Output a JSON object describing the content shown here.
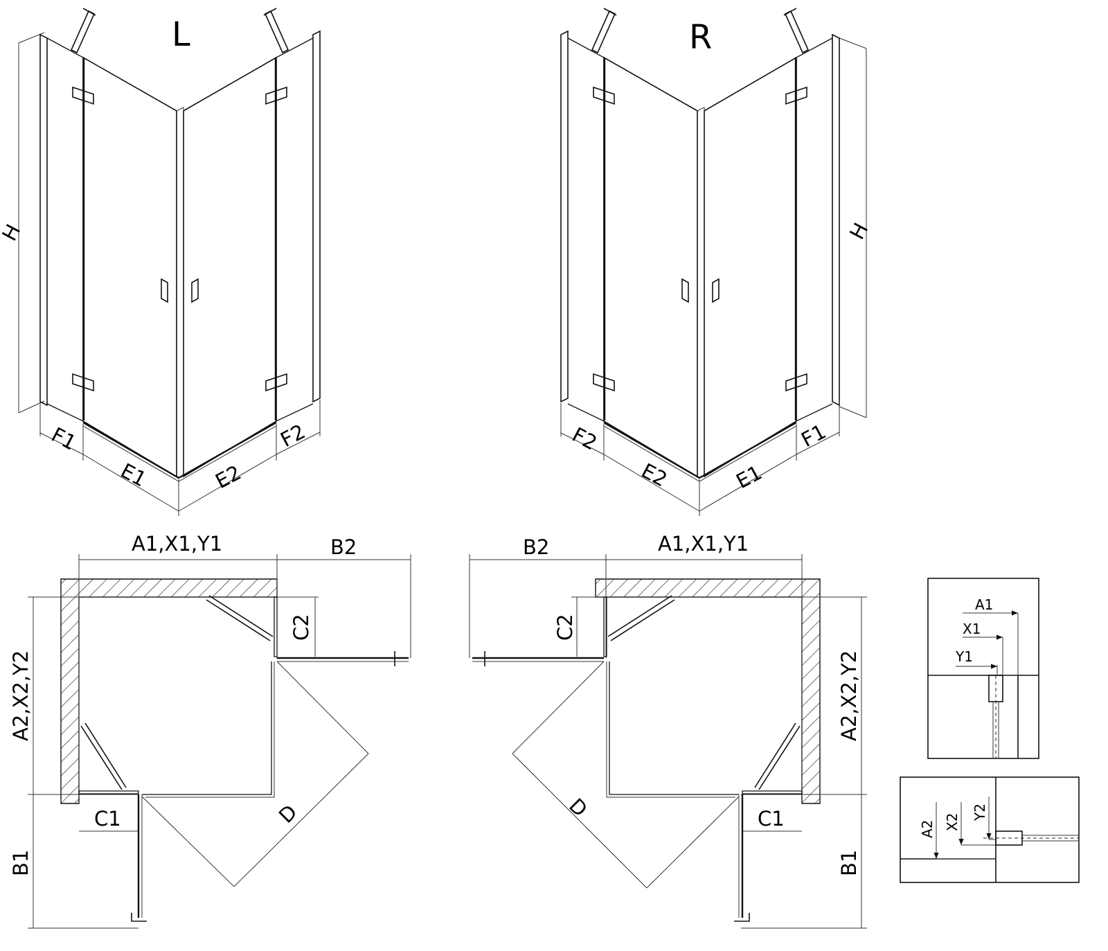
{
  "views": {
    "left_label": "L",
    "right_label": "R"
  },
  "dims": {
    "H": "H",
    "F1": "F1",
    "F2": "F2",
    "E1": "E1",
    "E2": "E2",
    "A1X1Y1": "A1,X1,Y1",
    "A2X2Y2": "A2,X2,Y2",
    "B1": "B1",
    "B2": "B2",
    "C1": "C1",
    "C2": "C2",
    "D": "D"
  },
  "detail": {
    "A1": "A1",
    "X1": "X1",
    "Y1": "Y1",
    "A2": "A2",
    "X2": "X2",
    "Y2": "Y2"
  }
}
